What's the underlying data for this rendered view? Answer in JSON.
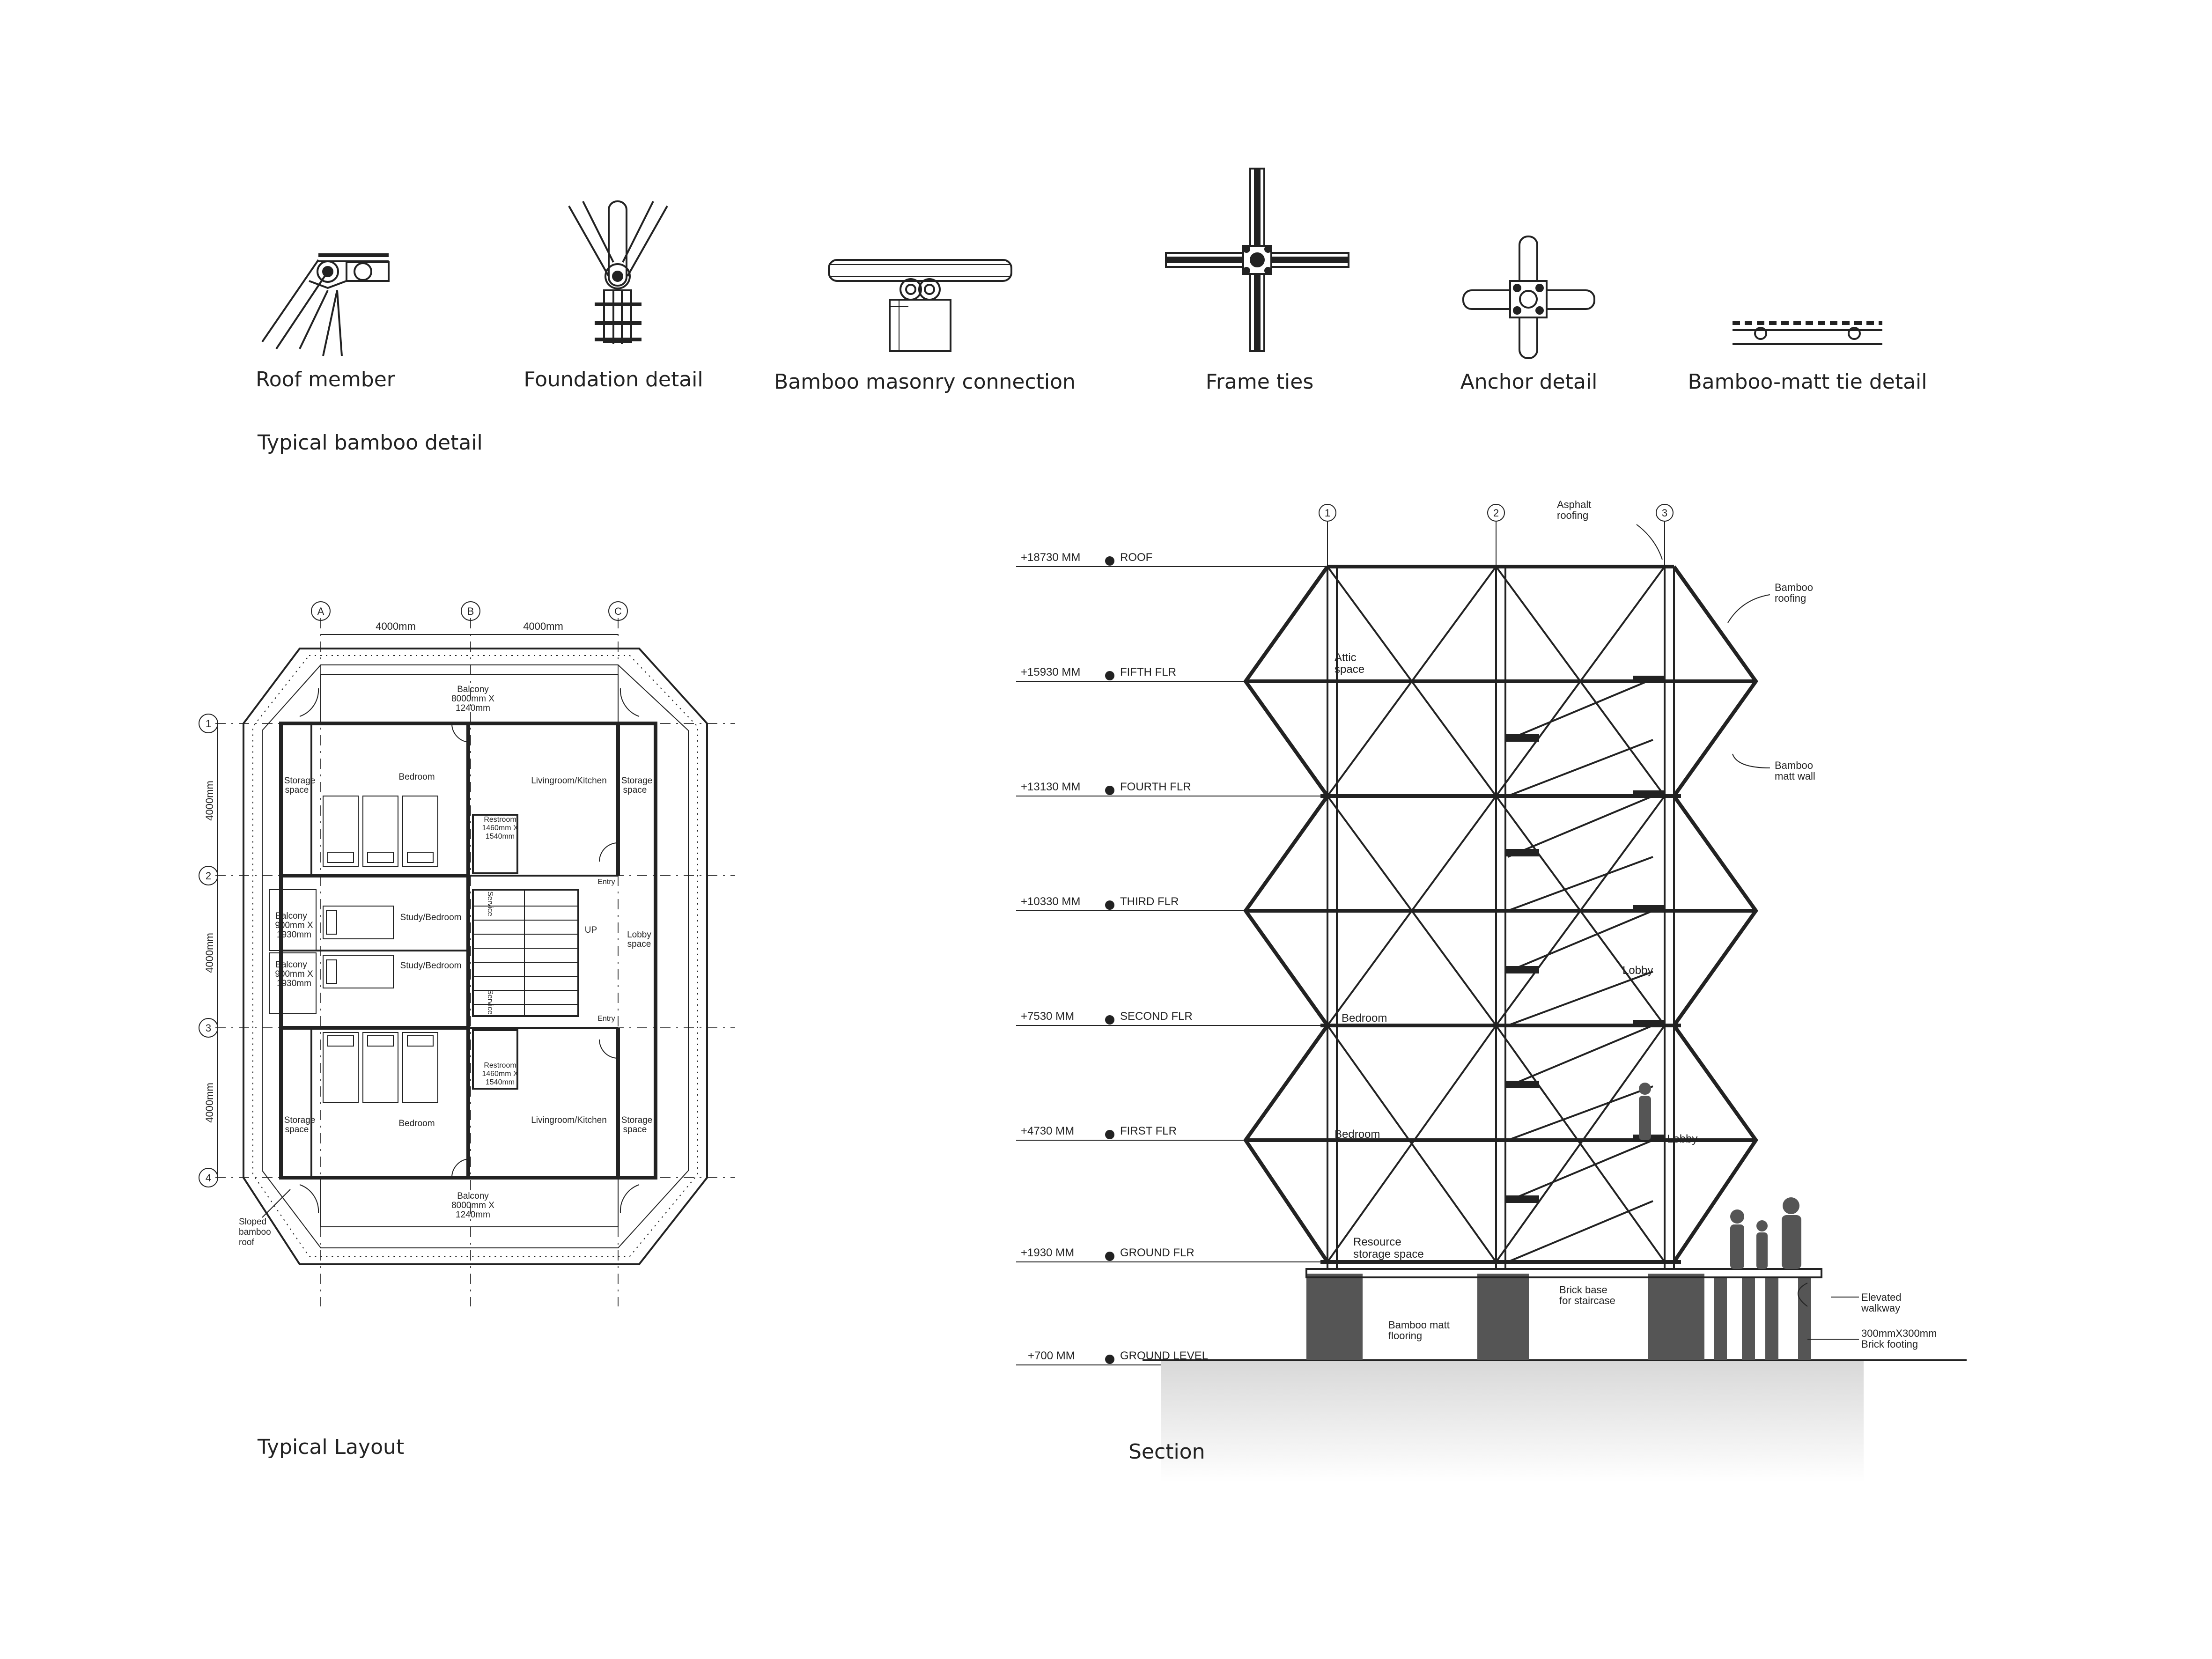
{
  "details": {
    "section_title": "Typical bamboo detail",
    "items": [
      {
        "label": "Roof member"
      },
      {
        "label": "Foundation detail"
      },
      {
        "label": "Bamboo masonry connection"
      },
      {
        "label": "Frame ties"
      },
      {
        "label": "Anchor detail"
      },
      {
        "label": "Bamboo-matt tie detail"
      }
    ]
  },
  "layout": {
    "title": "Typical Layout",
    "grid_cols": [
      "A",
      "B",
      "C"
    ],
    "grid_rows": [
      "1",
      "2",
      "3",
      "4"
    ],
    "dim_horizontal": [
      "4000mm",
      "4000mm"
    ],
    "dim_vertical": [
      "4000mm",
      "4000mm",
      "4000mm"
    ],
    "rooms": {
      "balcony_top_1": "Balcony",
      "balcony_top_2": "8000mm X",
      "balcony_top_3": "1240mm",
      "storage_tl_1": "Storage",
      "storage_tl_2": "space",
      "bedroom_top": "Bedroom",
      "living_top": "Livingroom/Kitchen",
      "storage_tr_1": "Storage",
      "storage_tr_2": "space",
      "restroom_top_1": "Restroom",
      "restroom_top_2": "1460mm X",
      "restroom_top_3": "1540mm",
      "balcony_l1_1": "Balcony",
      "balcony_l1_2": "900mm X",
      "balcony_l1_3": "1930mm",
      "study_1": "Study/Bedroom",
      "balcony_l2_1": "Balcony",
      "balcony_l2_2": "900mm X",
      "balcony_l2_3": "1930mm",
      "study_2": "Study/Bedroom",
      "up": "UP",
      "lobby_1": "Lobby",
      "lobby_2": "space",
      "entry_1": "Entry",
      "entry_2": "Entry",
      "service_1": "Service",
      "service_2": "Service",
      "storage_bl_1": "Storage",
      "storage_bl_2": "space",
      "bedroom_bottom": "Bedroom",
      "living_bottom": "Livingroom/Kitchen",
      "storage_br_1": "Storage",
      "storage_br_2": "space",
      "restroom_bot_1": "Restroom",
      "restroom_bot_2": "1460mm X",
      "restroom_bot_3": "1540mm",
      "balcony_bot_1": "Balcony",
      "balcony_bot_2": "8000mm X",
      "balcony_bot_3": "1240mm",
      "roof_note_1": "Sloped",
      "roof_note_2": "bamboo",
      "roof_note_3": "roof"
    }
  },
  "section": {
    "title": "Section",
    "grids": [
      "1",
      "2",
      "3"
    ],
    "levels": [
      {
        "elev": "+18730  MM",
        "name": "ROOF"
      },
      {
        "elev": "+15930  MM",
        "name": "FIFTH  FLR"
      },
      {
        "elev": "+13130  MM",
        "name": "FOURTH  FLR"
      },
      {
        "elev": "+10330  MM",
        "name": "THIRD  FLR"
      },
      {
        "elev": "+7530  MM",
        "name": "SECOND  FLR"
      },
      {
        "elev": "+4730  MM",
        "name": "FIRST  FLR"
      },
      {
        "elev": "+1930  MM",
        "name": "GROUND  FLR"
      },
      {
        "elev": "+700  MM",
        "name": "GROUND  LEVEL"
      }
    ],
    "labels": {
      "attic_1": "Attic",
      "attic_2": "space",
      "lobby_upper": "Lobby",
      "lobby_lower": "Lobby",
      "bedroom_1": "Bedroom",
      "bedroom_2": "Bedroom",
      "resource_1": "Resource",
      "resource_2": "storage  space"
    },
    "callouts": {
      "asphalt_1": "Asphalt",
      "asphalt_2": "roofing",
      "roofing_1": "Bamboo",
      "roofing_2": "roofing",
      "mattwall_1": "Bamboo",
      "mattwall_2": "matt  wall",
      "flooring_1": "Bamboo  matt",
      "flooring_2": "flooring",
      "brickbase_1": "Brick  base",
      "brickbase_2": "for  staircase",
      "walkway_1": "Elevated",
      "walkway_2": "walkway",
      "footing_1": "300mmX300mm",
      "footing_2": "Brick  footing"
    }
  }
}
